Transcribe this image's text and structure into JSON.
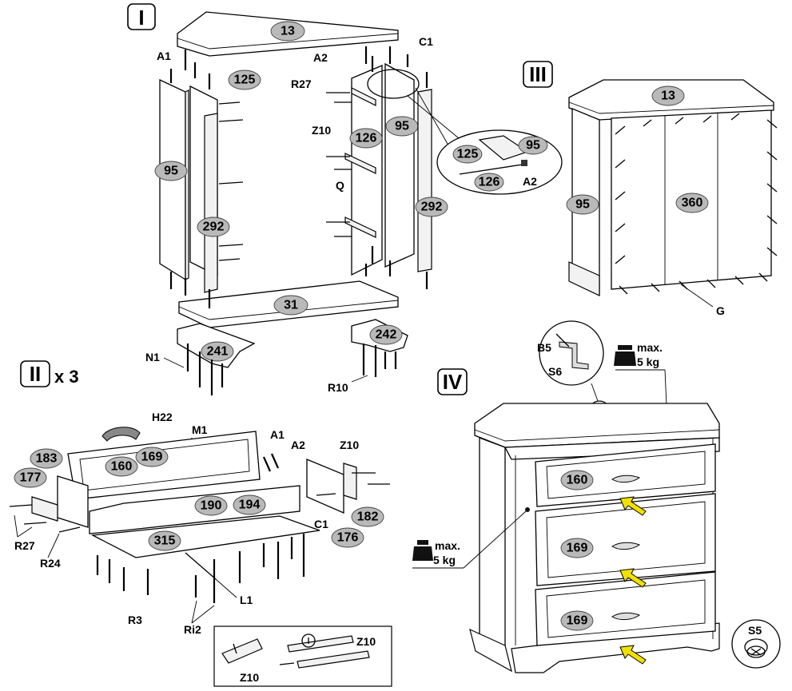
{
  "steps": {
    "s1": "I",
    "s2": "II",
    "s2_mult": "x 3",
    "s3": "III",
    "s4": "IV"
  },
  "parts": {
    "p13a": "13",
    "p125": "125",
    "p95a": "95",
    "p95b": "95",
    "p126": "126",
    "p292a": "292",
    "p292b": "292",
    "p31": "31",
    "p241": "241",
    "p242": "242",
    "p125z": "125",
    "p95z": "95",
    "p126z": "126",
    "p13b": "13",
    "p95c": "95",
    "p360": "360",
    "p183": "183",
    "p177": "177",
    "p160a": "160",
    "p169a": "169",
    "p190": "190",
    "p194": "194",
    "p182": "182",
    "p176": "176",
    "p315": "315",
    "p160b": "160",
    "p169b": "169",
    "p169c": "169"
  },
  "hardware": {
    "A1a": "A1",
    "A2a": "A2",
    "C1a": "C1",
    "R27a": "R27",
    "Z10a": "Z10",
    "Q": "Q",
    "A2z": "A2",
    "N1": "N1",
    "R10": "R10",
    "G": "G",
    "H22": "H22",
    "M1": "M1",
    "A1b": "A1",
    "A2b": "A2",
    "Z10b": "Z10",
    "R27b": "R27",
    "R24": "R24",
    "C1b": "C1",
    "R3": "R3",
    "Ri2": "Ri2",
    "L1": "L1",
    "Z10c": "Z10",
    "Z10d": "Z10",
    "B5": "B5",
    "S6": "S6",
    "S5": "S5"
  },
  "weights": {
    "max_top": "max.",
    "kg_top": "5 kg",
    "max_side": "max.",
    "kg_side": "5 kg"
  },
  "colors": {
    "part_oval": "#b9b9b9",
    "arrow": "#f2e000",
    "line": "#000000"
  }
}
